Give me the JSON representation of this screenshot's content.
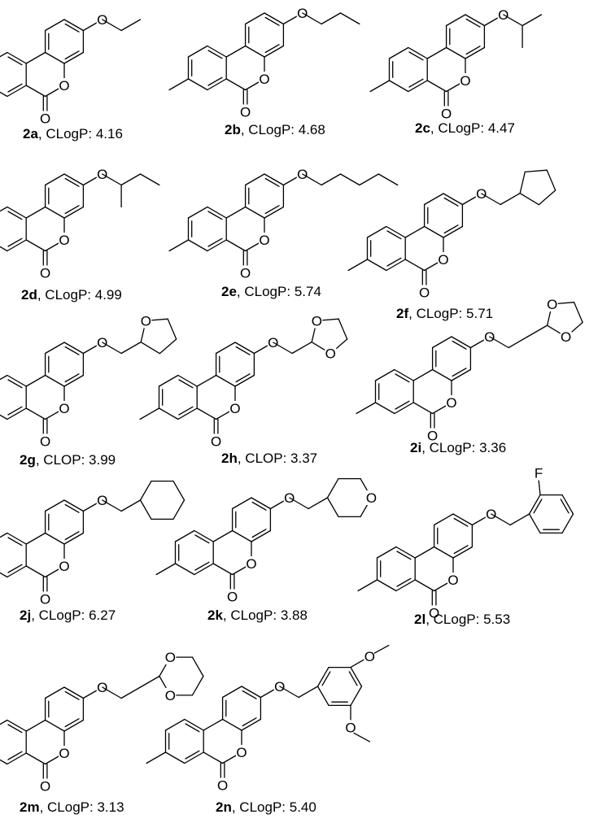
{
  "compounds": [
    {
      "id": "2a",
      "property": "CLogP",
      "value": "4.16",
      "substituent": "ethyl"
    },
    {
      "id": "2b",
      "property": "CLogP",
      "value": "4.68",
      "substituent": "propyl"
    },
    {
      "id": "2c",
      "property": "CLogP",
      "value": "4.47",
      "substituent": "isopropyl"
    },
    {
      "id": "2d",
      "property": "CLogP",
      "value": "4.99",
      "substituent": "sec-butyl"
    },
    {
      "id": "2e",
      "property": "CLogP",
      "value": "5.74",
      "substituent": "pentyl"
    },
    {
      "id": "2f",
      "property": "CLogP",
      "value": "5.71",
      "substituent": "cyclopentylmethyl"
    },
    {
      "id": "2g",
      "property": "CLOP",
      "value": "3.99",
      "substituent": "tetrahydrofurfuryl"
    },
    {
      "id": "2h",
      "property": "CLOP",
      "value": "3.37",
      "substituent": "dioxolanylmethyl"
    },
    {
      "id": "2i",
      "property": "CLogP",
      "value": "3.36",
      "substituent": "dioxolanylethyl"
    },
    {
      "id": "2j",
      "property": "CLogP",
      "value": "6.27",
      "substituent": "cyclohexylmethyl"
    },
    {
      "id": "2k",
      "property": "CLogP",
      "value": "3.88",
      "substituent": "tetrahydropyranylmethyl"
    },
    {
      "id": "2l",
      "property": "CLogP",
      "value": "5.53",
      "substituent": "2-fluorobenzyl"
    },
    {
      "id": "2m",
      "property": "CLogP",
      "value": "3.13",
      "substituent": "dioxanylethyl"
    },
    {
      "id": "2n",
      "property": "CLogP",
      "value": "5.40",
      "substituent": "3,5-dimethoxybenzyl"
    }
  ],
  "atoms": {
    "oxygen": "O",
    "fluorine": "F"
  }
}
